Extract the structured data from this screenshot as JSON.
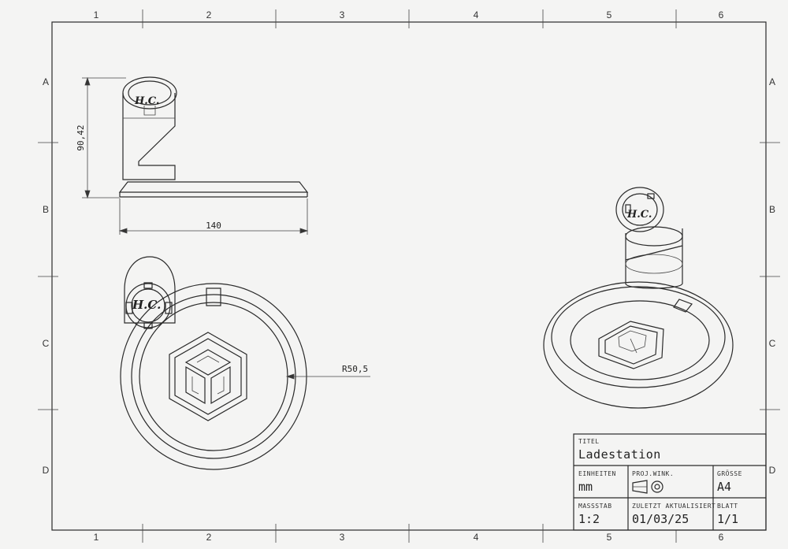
{
  "zones": {
    "columns": [
      "1",
      "2",
      "3",
      "4",
      "5",
      "6"
    ],
    "rows": [
      "A",
      "B",
      "C",
      "D"
    ]
  },
  "dimensions": {
    "height": "90,42",
    "width": "140",
    "radius": "R50,5"
  },
  "logo_text": "H.C.",
  "title_block": {
    "title_label": "TITEL",
    "title_value": "Ladestation",
    "units_label": "EINHEITEN",
    "units_value": "mm",
    "projection_label": "PROJ.WINK.",
    "size_label": "GRÖSSE",
    "size_value": "A4",
    "scale_label": "MASSSTAB",
    "scale_value": "1:2",
    "updated_label": "ZULETZT AKTUALISIERT",
    "updated_value": "01/03/25",
    "sheet_label": "BLATT",
    "sheet_value": "1/1"
  }
}
